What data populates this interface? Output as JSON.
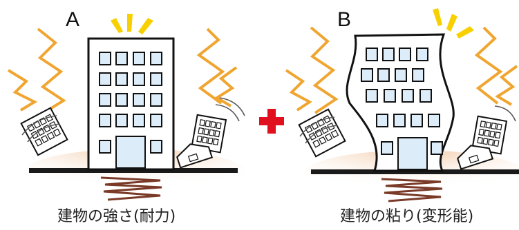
{
  "panels": {
    "a": {
      "letter": "A",
      "caption": "建物の強さ(耐力)"
    },
    "b": {
      "letter": "B",
      "caption": "建物の粘り(変形能)"
    }
  },
  "colors": {
    "lightning": "#f0a530",
    "spark": "#f8d000",
    "plus": "#e0101e",
    "window": "#dcecf8",
    "ground_line": "#1a1a1a",
    "ground_glow": "#f4d4b6",
    "quake_zigzag": "#7a3a28"
  },
  "icons": [
    "lightning-bolt-icon",
    "spark-icon",
    "plus-icon",
    "collapsing-building-icon",
    "seismic-wave-icon"
  ]
}
